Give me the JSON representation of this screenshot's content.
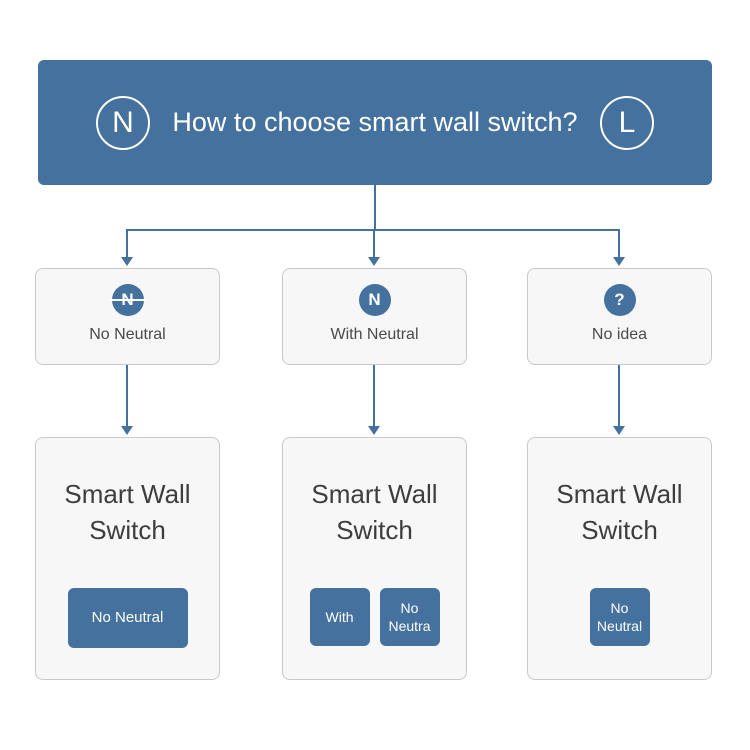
{
  "header": {
    "title": "How to choose smart wall switch?",
    "left_badge": "N",
    "right_badge": "L"
  },
  "columns": [
    {
      "condition": {
        "icon": "no-neutral-icon",
        "icon_letter": "N",
        "label": "No Neutral"
      },
      "result": {
        "title": "Smart Wall Switch",
        "buttons": [
          "No Neutral"
        ]
      }
    },
    {
      "condition": {
        "icon": "neutral-icon",
        "icon_letter": "N",
        "label": "With Neutral"
      },
      "result": {
        "title": "Smart Wall Switch",
        "buttons": [
          "With",
          "No\nNeutra"
        ]
      }
    },
    {
      "condition": {
        "icon": "question-icon",
        "icon_letter": "?",
        "label": "No idea"
      },
      "result": {
        "title": "Smart Wall Switch",
        "buttons": [
          "No\nNeutral"
        ]
      }
    }
  ],
  "colors": {
    "primary_blue": "#44719d",
    "box_background": "#f7f7f7",
    "box_border": "#c9c9c9",
    "text_dark": "#3d3d3d",
    "white": "#ffffff"
  }
}
